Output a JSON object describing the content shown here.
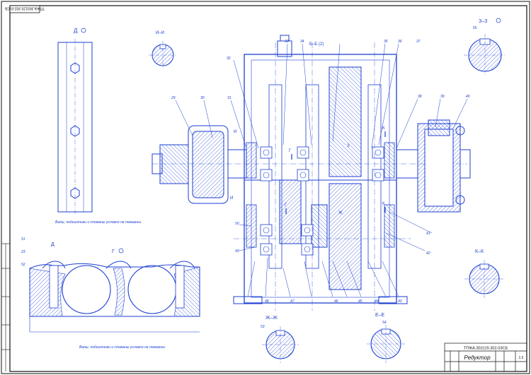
{
  "stamp": {
    "code": "ТПЖА.303120.302-03СБ",
    "title": "Редуктор",
    "scale": "1:2"
  },
  "corner_code": "ТПЖА.303120.302-03СБ",
  "views": {
    "d": "Д",
    "ii": "И–И",
    "bb": "Б–Б (2)",
    "zz": "З–З",
    "g": "Г",
    "kk": "К–К",
    "zhzh": "Ж–Ж",
    "ee": "Е–Е"
  },
  "notes": {
    "shafts_left": "Валы, подшипники и стаканы условно не показаны",
    "shafts_bottom": "Валы, подшипники и стаканы условно не показаны"
  },
  "positions": [
    "29",
    "30",
    "31",
    "32",
    "33",
    "34",
    "35",
    "36",
    "37",
    "38",
    "39",
    "40",
    "41",
    "42",
    "43",
    "44",
    "45",
    "46",
    "47",
    "48",
    "49",
    "50",
    "51",
    "23",
    "52",
    "53",
    "54",
    "55"
  ],
  "colors": {
    "line": "#1c3fd0",
    "ink": "#111111",
    "hatch": "#1c3fd0"
  }
}
